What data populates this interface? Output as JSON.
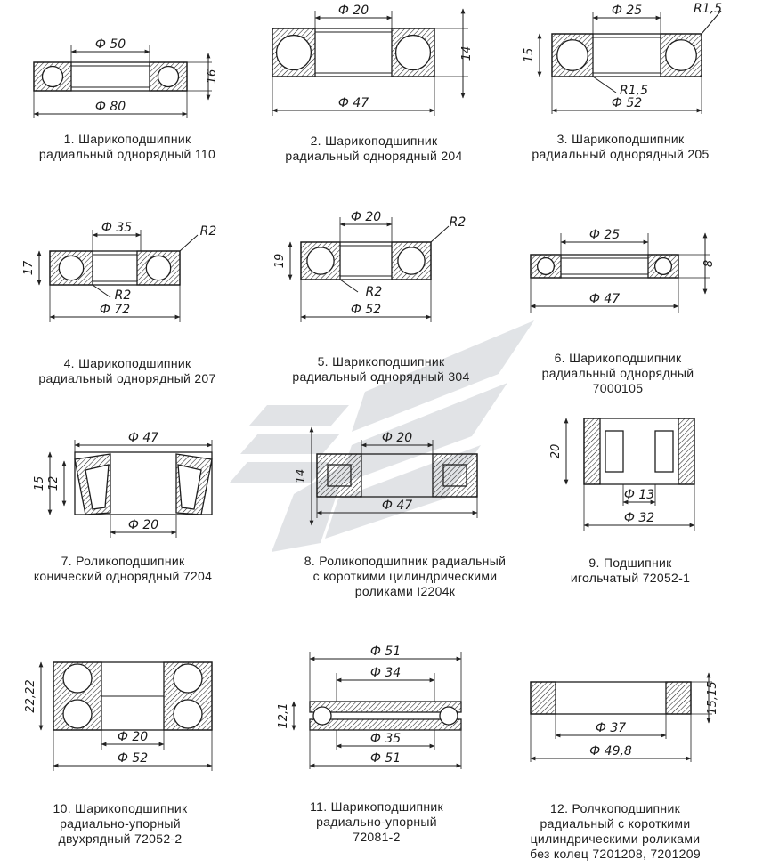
{
  "items": [
    {
      "n": "1.",
      "lines": [
        "Шарикоподшипник",
        "радиальный однорядный 110"
      ],
      "dims": [
        "Ф 50",
        "Ф 80",
        "16"
      ]
    },
    {
      "n": "2.",
      "lines": [
        "Шарикоподшипник",
        "радиальный однорядный 204"
      ],
      "dims": [
        "Ф 20",
        "Ф 47",
        "14"
      ]
    },
    {
      "n": "3.",
      "lines": [
        "Шарикоподшипник",
        "радиальный однорядный 205"
      ],
      "dims": [
        "Ф 25",
        "Ф 52",
        "15",
        "R1,5",
        "R1,5"
      ]
    },
    {
      "n": "4.",
      "lines": [
        "Шарикоподшипник",
        "радиальный однорядный 207"
      ],
      "dims": [
        "Ф 35",
        "Ф 72",
        "17",
        "R2",
        "R2"
      ]
    },
    {
      "n": "5.",
      "lines": [
        "Шарикоподшипник",
        "радиальный однорядный 304"
      ],
      "dims": [
        "Ф 20",
        "Ф 52",
        "19",
        "R2",
        "R2"
      ]
    },
    {
      "n": "6.",
      "lines": [
        "Шарикоподшипник",
        "радиальный однорядный",
        "7000105"
      ],
      "dims": [
        "Ф 25",
        "Ф 47",
        "8"
      ]
    },
    {
      "n": "7.",
      "lines": [
        "Роликоподшипник",
        "конический однорядный 7204"
      ],
      "dims": [
        "Ф 47",
        "Ф 20",
        "15",
        "12"
      ]
    },
    {
      "n": "8.",
      "lines": [
        "Роликоподшипник радиальный",
        "с короткими цилиндрическими",
        "роликами I2204к"
      ],
      "dims": [
        "Ф 20",
        "Ф 47",
        "14"
      ]
    },
    {
      "n": "9.",
      "lines": [
        "Подшипник",
        "игольчатый 72052-1"
      ],
      "dims": [
        "20",
        "Ф 13",
        "Ф 32"
      ]
    },
    {
      "n": "10.",
      "lines": [
        "Шарикоподшипник",
        "радиально-упорный",
        "двухрядный 72052-2"
      ],
      "dims": [
        "22,22",
        "Ф 20",
        "Ф 52"
      ]
    },
    {
      "n": "11.",
      "lines": [
        "Шарикоподшипник",
        "радиально-упорный",
        "72081-2"
      ],
      "dims": [
        "Ф 51",
        "Ф 34",
        "12,1",
        "Ф 35",
        "Ф 51"
      ]
    },
    {
      "n": "12.",
      "lines": [
        "Ролчкоподшипник",
        "радиальный с короткими",
        "цилиндрическими роликами",
        "без колец 7201208, 7201209"
      ],
      "dims": [
        "Ф 37",
        "Ф 49,8",
        "15,15"
      ]
    }
  ]
}
